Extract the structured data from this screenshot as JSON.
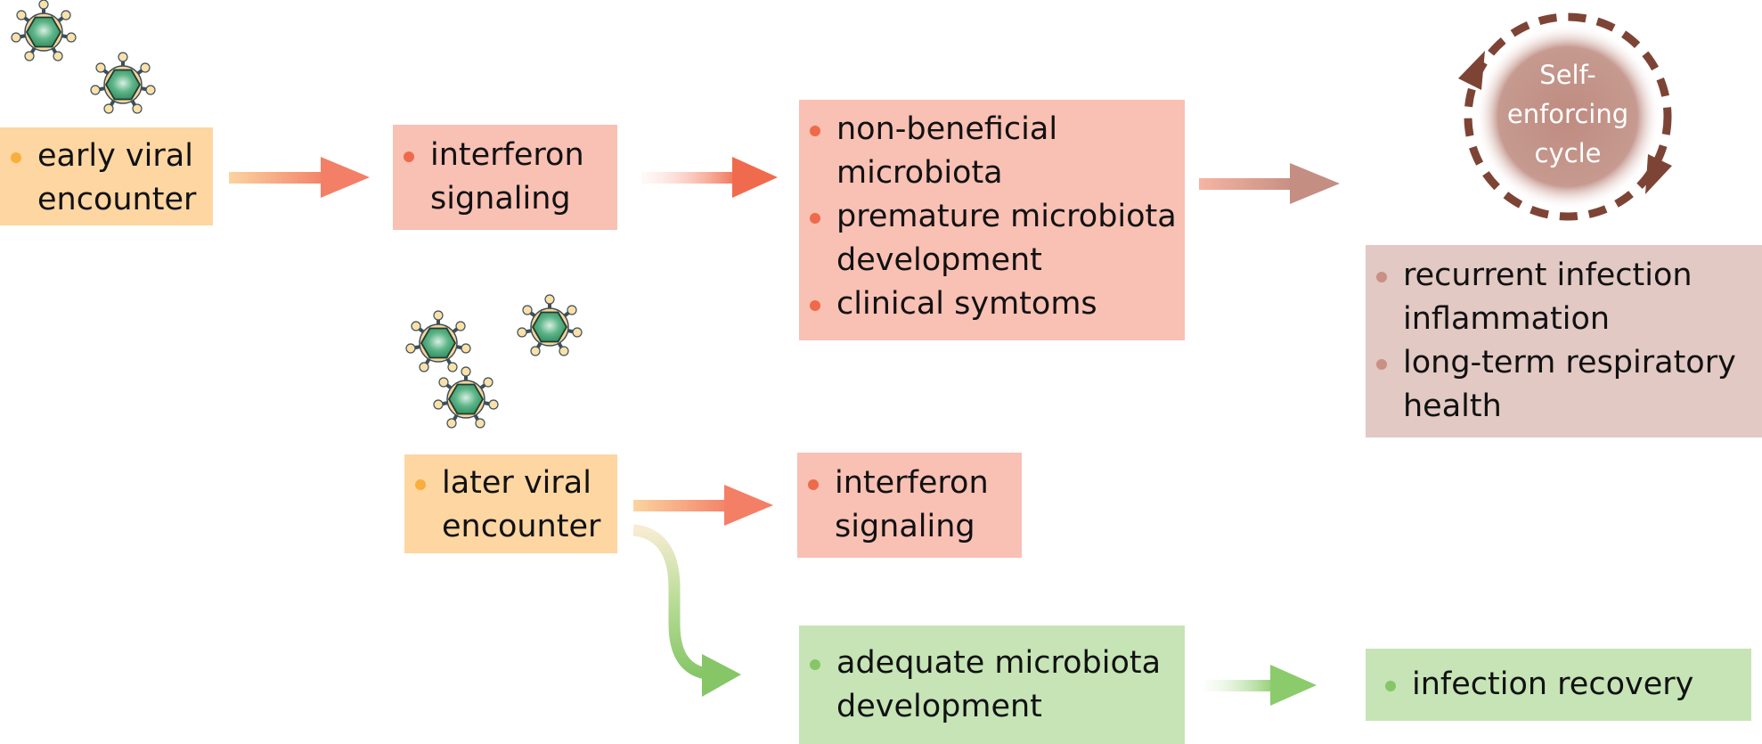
{
  "diagram": {
    "early_encounter": {
      "items": [
        "early viral encounter"
      ],
      "color": "#fdd6a2"
    },
    "interferon_top": {
      "items": [
        "interferon signaling"
      ],
      "color": "#f9c0b4"
    },
    "outcomes_top": {
      "items": [
        "non-beneficial microbiota",
        "premature microbiota development",
        "clinical symtoms"
      ],
      "color": "#f9c0b4"
    },
    "cycle": {
      "label": "Self-enforcing cycle",
      "lines": [
        "Self-",
        "enforcing",
        "cycle"
      ],
      "color": "#7d4436"
    },
    "long_term": {
      "items": [
        "recurrent infection inflammation",
        "long-term respiratory health"
      ],
      "color": "#e2c9c3"
    },
    "later_encounter": {
      "items": [
        "later viral encounter"
      ],
      "color": "#fdd6a2"
    },
    "interferon_bottom": {
      "items": [
        "interferon signaling"
      ],
      "color": "#f9c0b4"
    },
    "adequate": {
      "items": [
        "adequate microbiota development"
      ],
      "color": "#c6e4b5"
    },
    "recovery": {
      "items": [
        "infection recovery"
      ],
      "color": "#c6e4b5"
    },
    "icons": [
      "virus-icon",
      "arrow-right-icon",
      "curved-arrow-icon",
      "cycle-arrow-icon"
    ]
  }
}
